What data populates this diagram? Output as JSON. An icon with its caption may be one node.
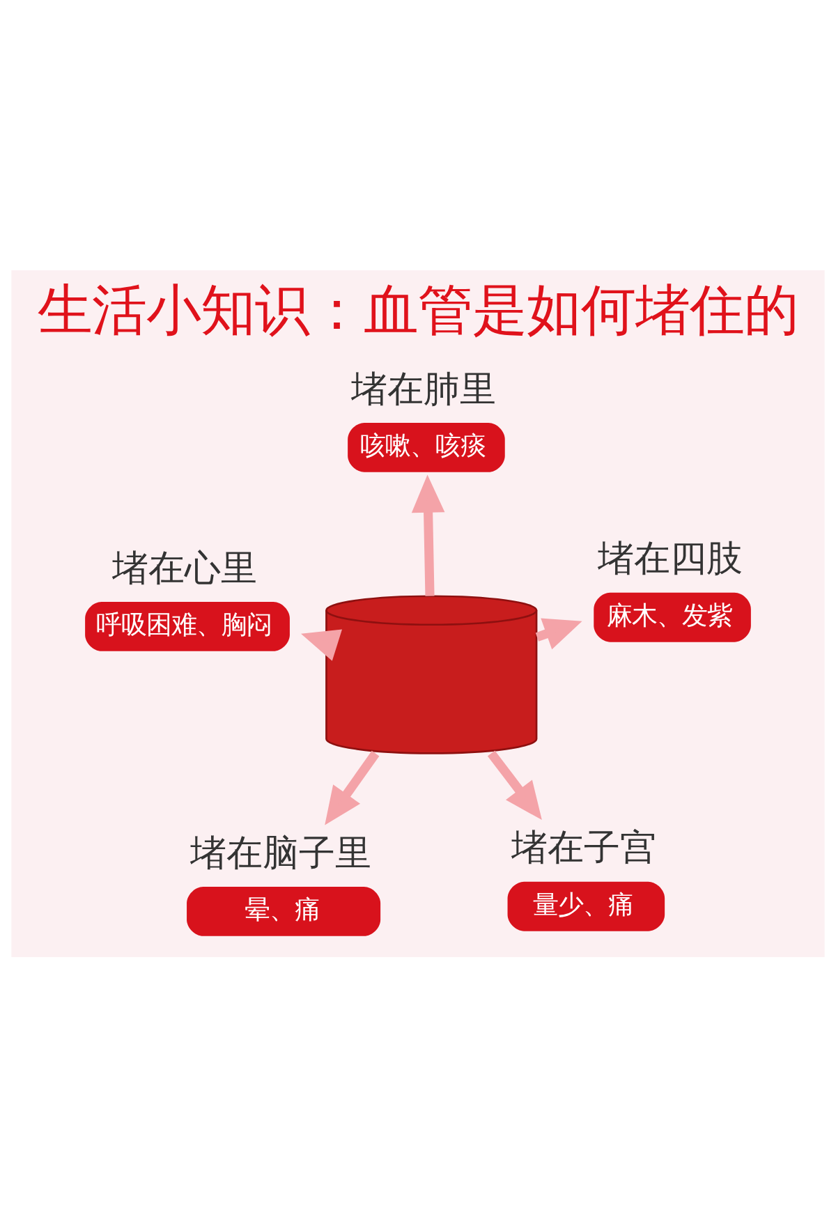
{
  "diagram": {
    "title": "生活小知识：血管是如何堵住的",
    "nodes": [
      {
        "text": [
          "堵在脑子里",
          "晕、痛"
        ]
      },
      {
        "text": [
          "堵在子宫",
          "量少、痛"
        ]
      },
      {
        "text": [],
        "shape": "cylinder"
      },
      {
        "text": [
          "堵在肺里",
          "咳嗽、咳痰"
        ]
      },
      {
        "text": [
          "堵在四肢",
          "麻木、发紫"
        ]
      },
      {
        "text": [
          "堵在心里",
          "呼吸困难、胸闷"
        ]
      }
    ],
    "edges": [
      {
        "from": 2,
        "to": 0,
        "arrow": "to"
      },
      {
        "from": 2,
        "to": 1,
        "arrow": "to"
      },
      {
        "from": 2,
        "to": 3,
        "arrow": "to"
      },
      {
        "from": 2,
        "to": 4,
        "arrow": "to"
      },
      {
        "from": 2,
        "to": 5,
        "arrow": "to"
      }
    ]
  }
}
